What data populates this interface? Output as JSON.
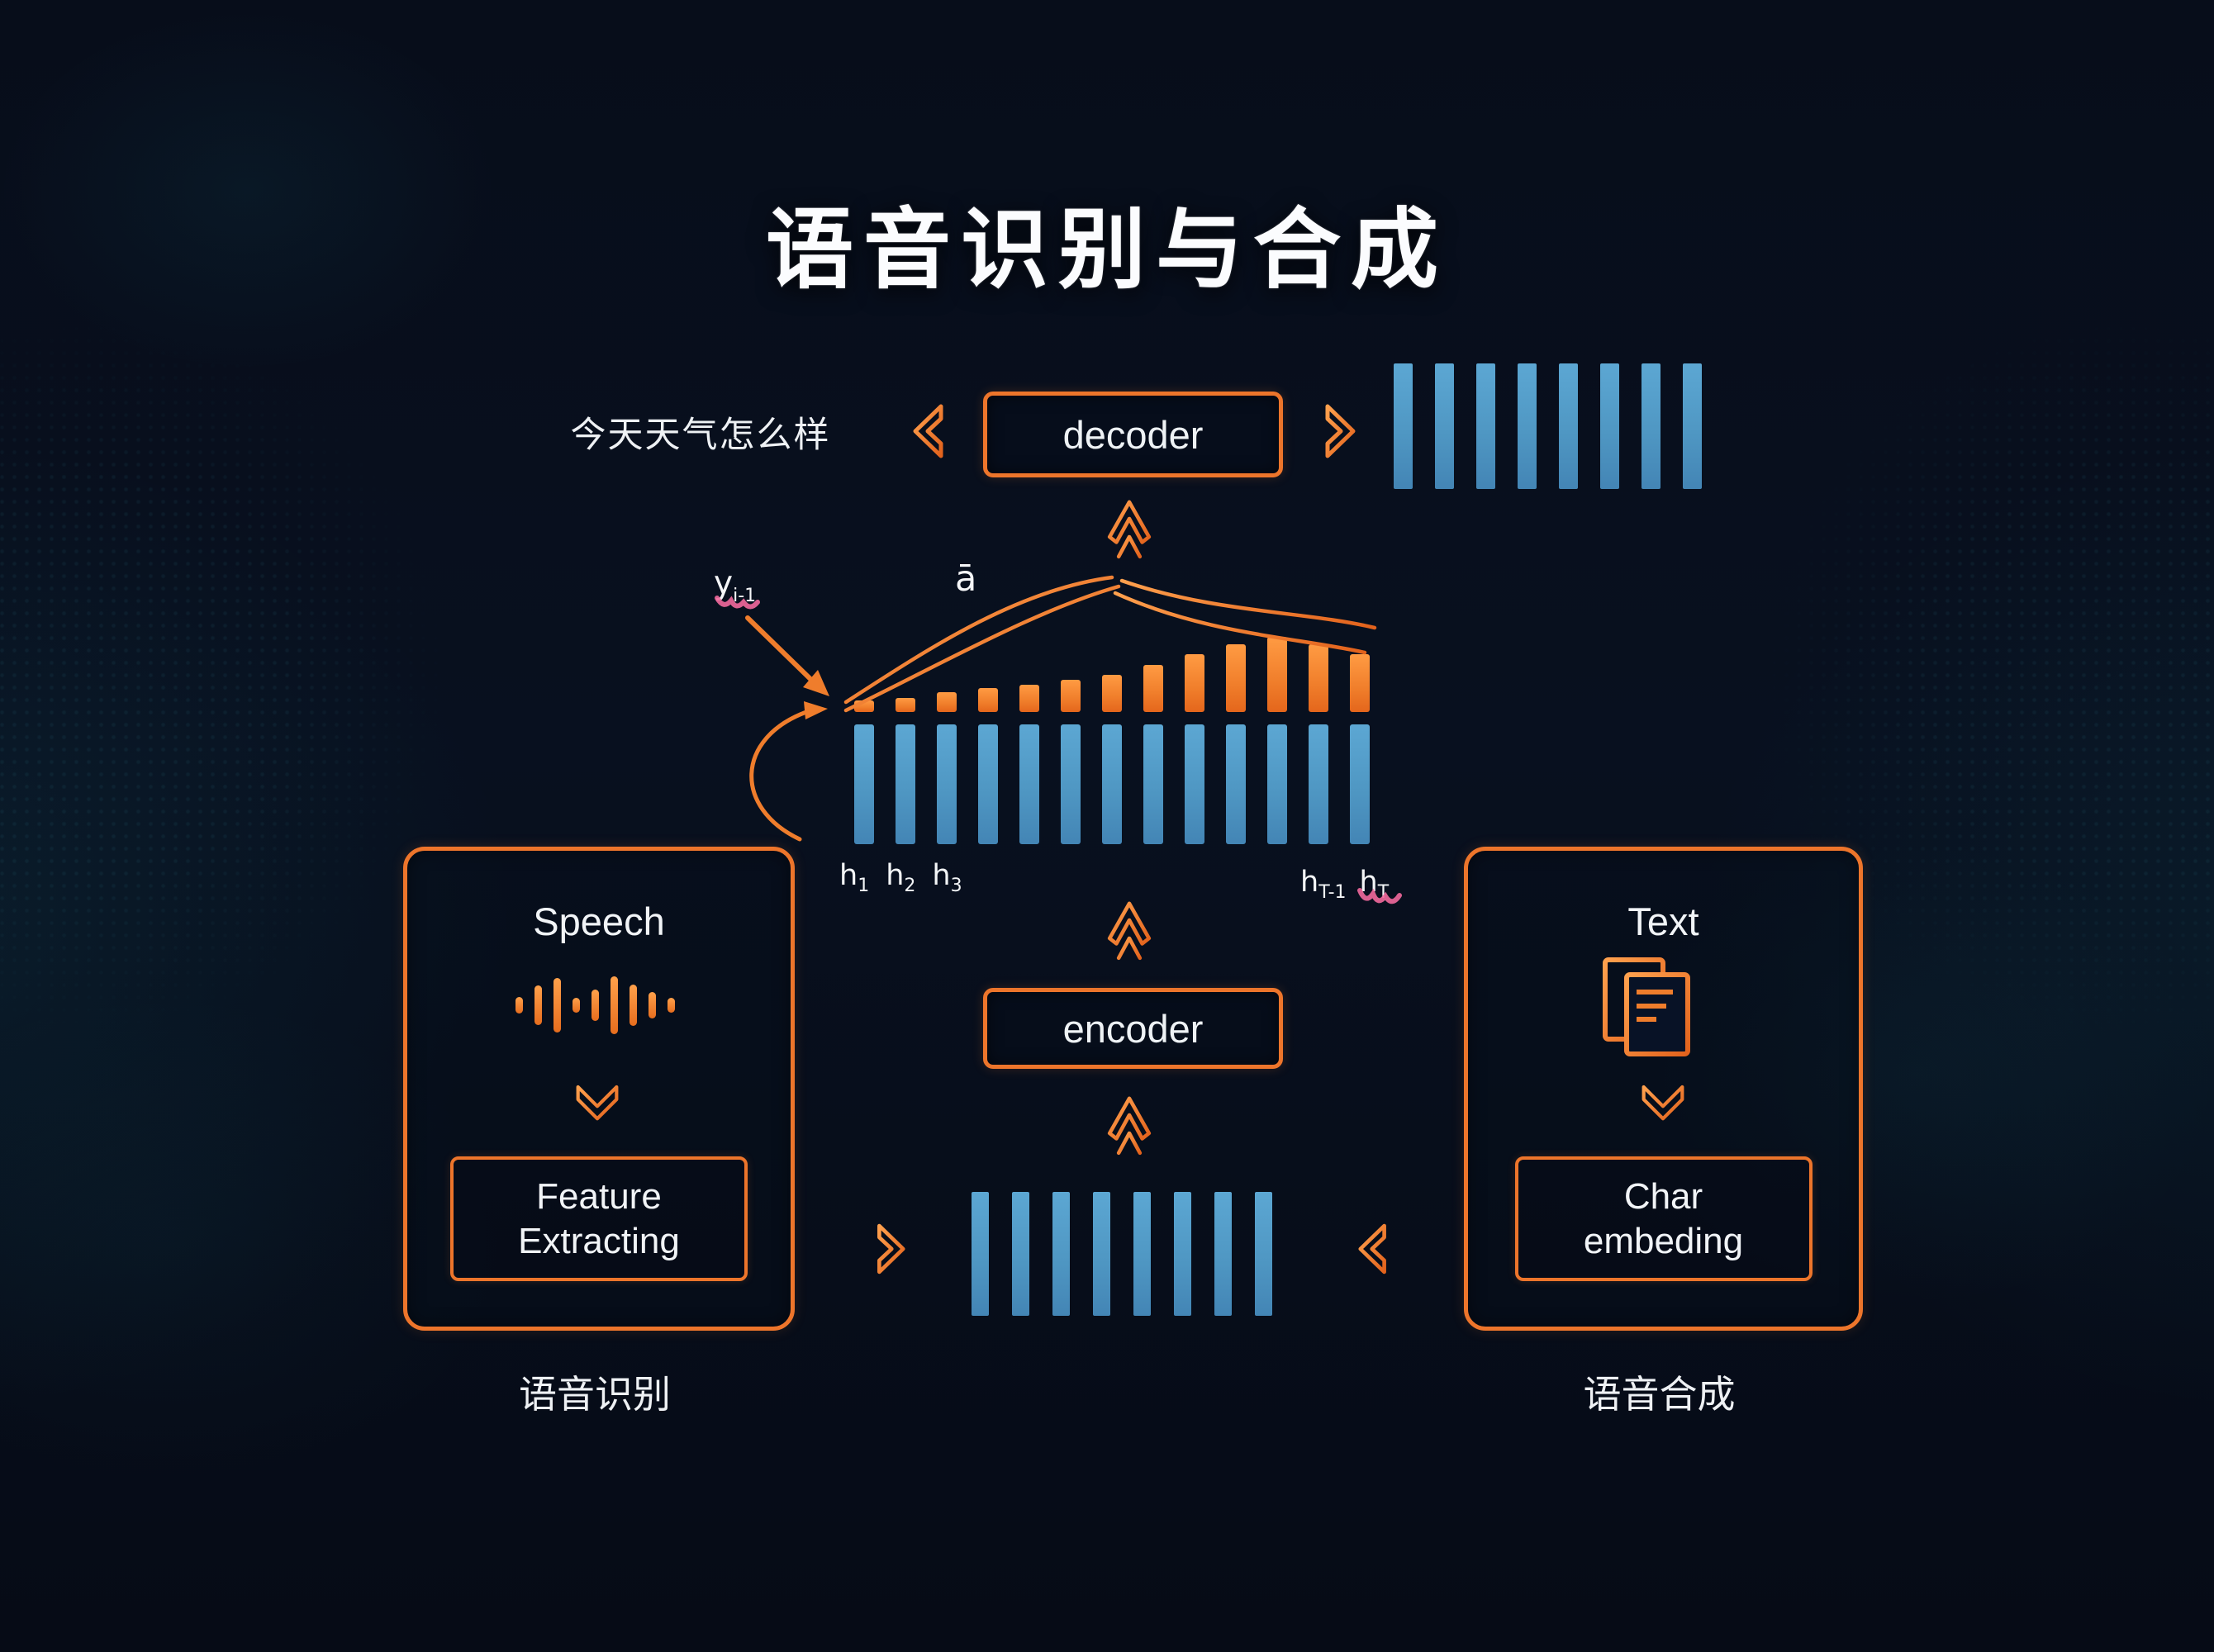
{
  "title": "语音识别与合成",
  "top_row": {
    "output_text": "今天天气怎么样",
    "decoder_label": "decoder",
    "output_bar_count": 8
  },
  "attention": {
    "query_label": {
      "base": "y",
      "sub": "i-1"
    },
    "alignment_label": "ā",
    "h_labels_left": [
      {
        "base": "h",
        "sub": "1"
      },
      {
        "base": "h",
        "sub": "2"
      },
      {
        "base": "h",
        "sub": "3"
      }
    ],
    "h_labels_right": [
      {
        "base": "h",
        "sub": "T-1"
      },
      {
        "base": "h",
        "sub": "T"
      }
    ],
    "weight_bar_heights": [
      14,
      17,
      24,
      29,
      33,
      39,
      45,
      57,
      70,
      82,
      91,
      82,
      70
    ],
    "hidden_bar_count": 13
  },
  "middle_row": {
    "encoder_label": "encoder",
    "input_bar_count": 8
  },
  "left_panel": {
    "title": "Speech",
    "box_line1": "Feature",
    "box_line2": "Extracting",
    "caption": "语音识别",
    "waveform_heights": [
      20,
      48,
      66,
      18,
      38,
      70,
      50,
      32,
      18
    ]
  },
  "right_panel": {
    "title": "Text",
    "box_line1": "Char",
    "box_line2": "embeding",
    "caption": "语音合成"
  },
  "icons": {
    "decoder_input": "chevrons-left",
    "decoder_output": "chevrons-right",
    "flow_up": "double-chevron-up",
    "panel_flow": "chevron-down",
    "speech": "waveform",
    "text": "documents"
  },
  "colors": {
    "orange": "#ed752b",
    "orange_light": "#ff9b43",
    "orange_deep": "#e4661c",
    "blue": "#4f97c3",
    "background": "#070d1a",
    "text": "#f2f4f6",
    "scribble_pink": "#f2699c"
  }
}
